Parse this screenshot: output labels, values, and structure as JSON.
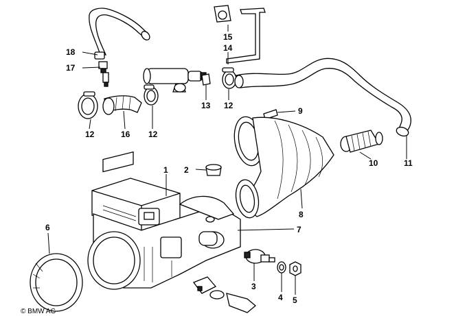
{
  "copyright": "© BMW AG",
  "callouts": {
    "c1": "1",
    "c2": "2",
    "c3": "3",
    "c4": "4",
    "c5": "5",
    "c6": "6",
    "c7": "7",
    "c8": "8",
    "c9": "9",
    "c10": "10",
    "c11": "11",
    "c12a": "12",
    "c12b": "12",
    "c12c": "12",
    "c13": "13",
    "c14": "14",
    "c15": "15",
    "c16": "16",
    "c17": "17",
    "c18": "18"
  }
}
